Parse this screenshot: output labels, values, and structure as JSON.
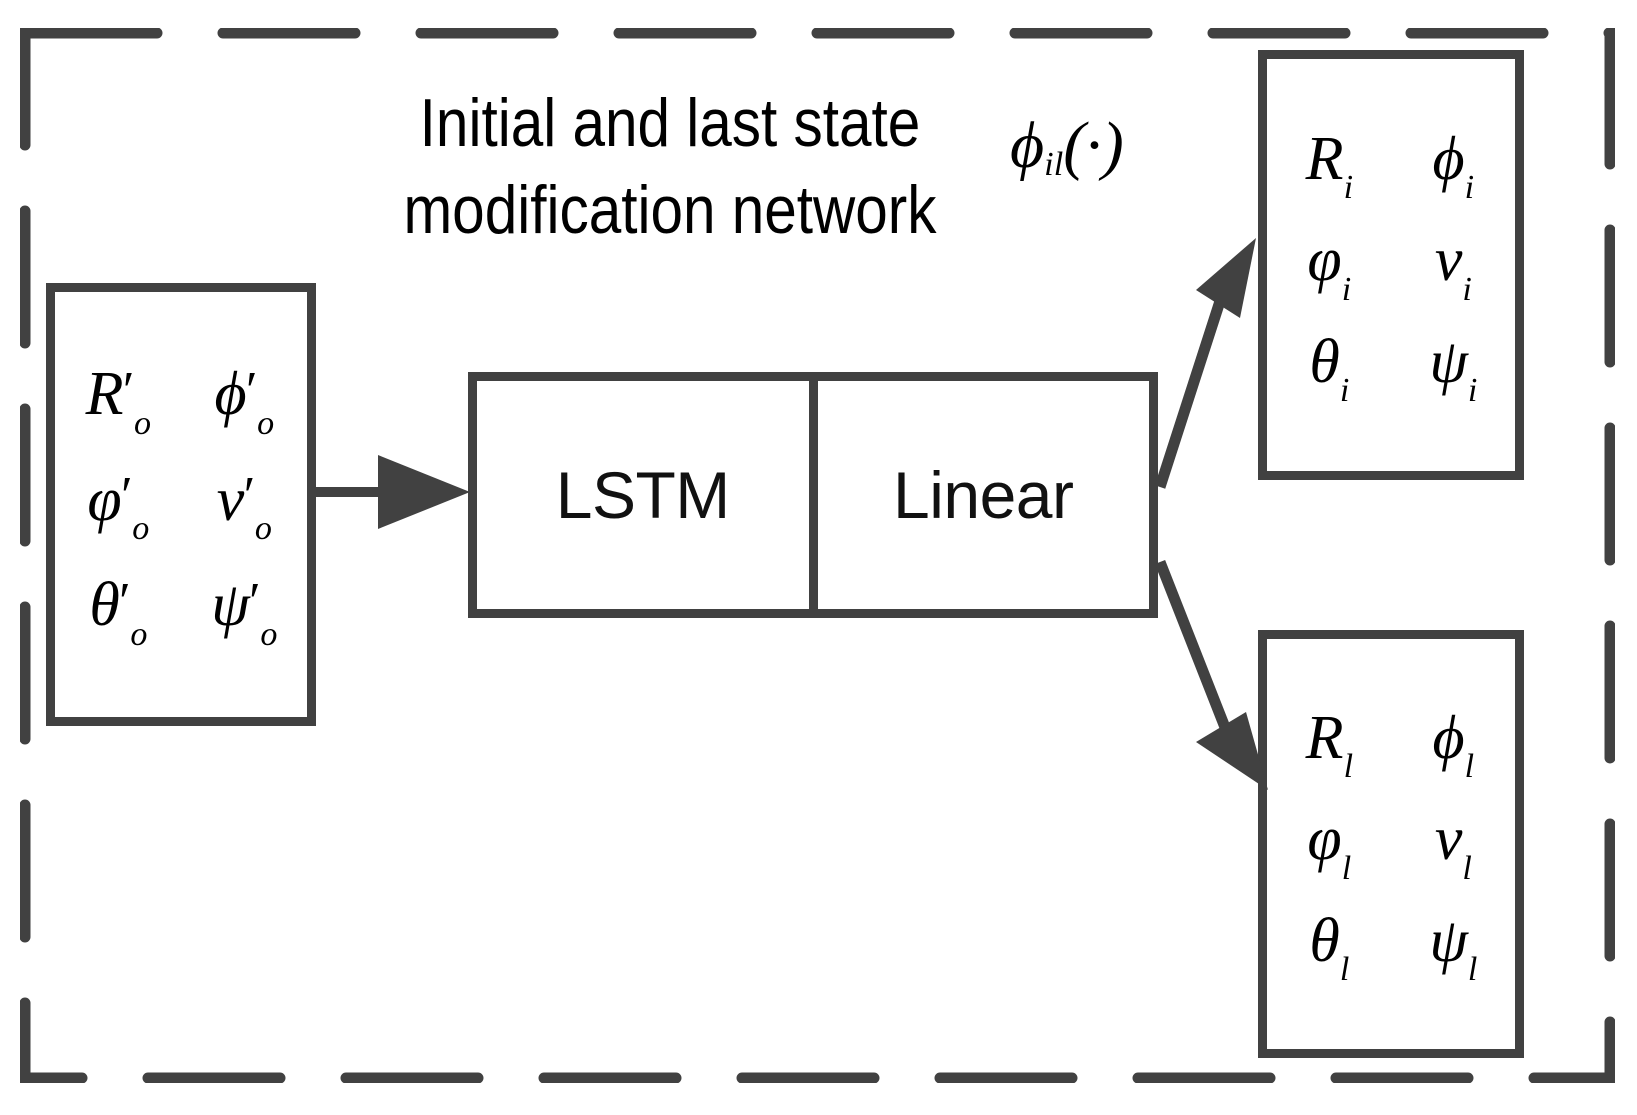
{
  "diagram": {
    "title_line1": "Initial and last state",
    "title_line2": "modification network",
    "function_label": {
      "symbol": "ϕ",
      "subscript": "il",
      "argument": "(·)"
    },
    "frame": {
      "style": "dashed",
      "color": "#414141"
    },
    "module": {
      "left_label": "LSTM",
      "right_label": "Linear"
    },
    "boxes": [
      {
        "id": "input-state-box",
        "position": "left",
        "subscript": "o",
        "prime": true,
        "rows": [
          [
            {
              "symbol": "R",
              "prime": "′",
              "sub": "o"
            },
            {
              "symbol": "ϕ",
              "prime": "′",
              "sub": "o"
            }
          ],
          [
            {
              "symbol": "φ",
              "prime": "′",
              "sub": "o"
            },
            {
              "symbol": "v",
              "prime": "′",
              "sub": "o"
            }
          ],
          [
            {
              "symbol": "θ",
              "prime": "′",
              "sub": "o"
            },
            {
              "symbol": "ψ",
              "prime": "′",
              "sub": "o"
            }
          ]
        ]
      },
      {
        "id": "initial-state-box",
        "position": "top-right",
        "subscript": "i",
        "prime": false,
        "rows": [
          [
            {
              "symbol": "R",
              "prime": "",
              "sub": "i"
            },
            {
              "symbol": "ϕ",
              "prime": "",
              "sub": "i"
            }
          ],
          [
            {
              "symbol": "φ",
              "prime": "",
              "sub": "i"
            },
            {
              "symbol": "v",
              "prime": "",
              "sub": "i"
            }
          ],
          [
            {
              "symbol": "θ",
              "prime": "",
              "sub": "i"
            },
            {
              "symbol": "ψ",
              "prime": "",
              "sub": "i"
            }
          ]
        ]
      },
      {
        "id": "last-state-box",
        "position": "bottom-right",
        "subscript": "l",
        "prime": false,
        "rows": [
          [
            {
              "symbol": "R",
              "prime": "",
              "sub": "l"
            },
            {
              "symbol": "ϕ",
              "prime": "",
              "sub": "l"
            }
          ],
          [
            {
              "symbol": "φ",
              "prime": "",
              "sub": "l"
            },
            {
              "symbol": "v",
              "prime": "",
              "sub": "l"
            }
          ],
          [
            {
              "symbol": "θ",
              "prime": "",
              "sub": "l"
            },
            {
              "symbol": "ψ",
              "prime": "",
              "sub": "l"
            }
          ]
        ]
      }
    ],
    "arrows": [
      {
        "id": "input-to-module",
        "from": "input-state-box",
        "to": "module",
        "direction": "right"
      },
      {
        "id": "module-to-initial",
        "from": "module",
        "to": "initial-state-box",
        "direction": "up-right"
      },
      {
        "id": "module-to-last",
        "from": "module",
        "to": "last-state-box",
        "direction": "down-right"
      }
    ],
    "colors": {
      "stroke": "#414141",
      "text": "#000000",
      "background": "#ffffff"
    }
  }
}
